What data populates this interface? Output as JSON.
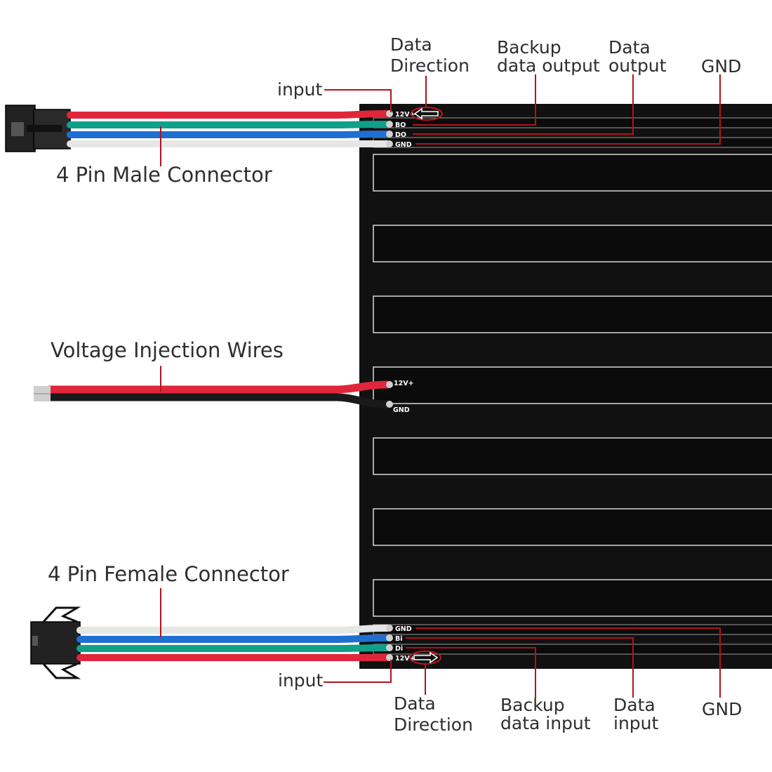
{
  "labels": {
    "male_connector": "4 Pin Male Connector",
    "female_connector": "4 Pin Female Connector",
    "injection_wires": "Voltage Injection Wires",
    "top": {
      "input": "input",
      "data_direction_1": "Data",
      "data_direction_2": "Direction",
      "backup_output_1": "Backup",
      "backup_output_2": "data output",
      "data_output_1": "Data",
      "data_output_2": "output",
      "gnd": "GND"
    },
    "bottom": {
      "input": "input",
      "data_direction_1": "Data",
      "data_direction_2": "Direction",
      "backup_input_1": "Backup",
      "backup_input_2": "data input",
      "data_input_1": "Data",
      "data_input_2": "input",
      "gnd": "GND"
    }
  },
  "pads": {
    "top": [
      "12V+",
      "BO",
      "DO",
      "GND"
    ],
    "middle": [
      "12V+",
      "GND"
    ],
    "bottom": [
      "GND",
      "Bi",
      "Di",
      "12V+"
    ]
  },
  "colors": {
    "red_wire": "#e0263a",
    "green_wire": "#10a08a",
    "blue_wire": "#1f6fd1",
    "white_wire": "#e6e6e6",
    "black_wire": "#1a1a1a",
    "leader_line": "#b3121d",
    "panel": "#111111"
  }
}
